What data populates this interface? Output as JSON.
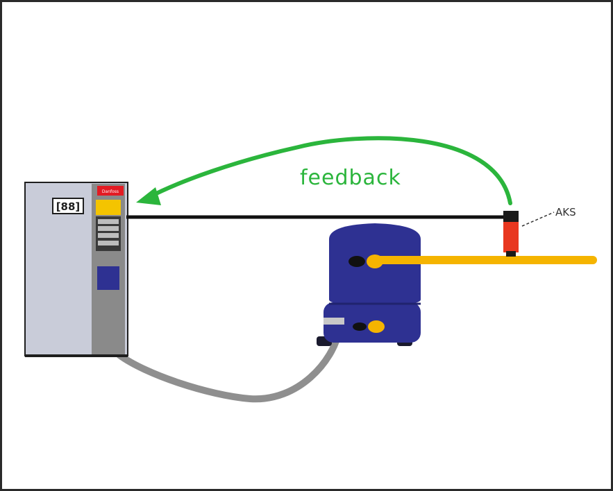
{
  "diagram": {
    "feedback_label": "feedback",
    "sensor_label": "AKS",
    "drive_display": "[88]",
    "brand_badge": "Danfoss",
    "colors": {
      "feedback_arrow": "#2bb53c",
      "signal_wire": "#111111",
      "motor_cable": "#8f8f8f",
      "refrigerant_pipe": "#f5b400",
      "compressor": "#2e3192",
      "sensor": "#e8371f",
      "drive_body": "#c9ccd9",
      "drive_panel": "#8a8a8a",
      "brand_red": "#e31b23"
    }
  }
}
